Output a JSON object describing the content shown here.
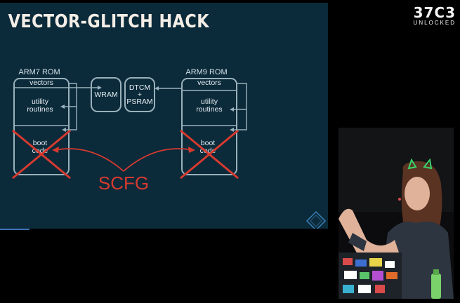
{
  "slide": {
    "title": "VECTOR-GLITCH HACK",
    "arm7": {
      "label": "ARM7 ROM",
      "rows": [
        "vectors",
        "utility routines",
        "boot code"
      ]
    },
    "arm9": {
      "label": "ARM9 ROM",
      "rows": [
        "vectors",
        "utility routines",
        "boot code"
      ]
    },
    "memory": [
      "WRAM",
      "DTCM + PSRAM"
    ],
    "annotation": "SCFG",
    "colors": {
      "background": "#0b2a3a",
      "title": "#f3eee6",
      "accent": "#d63a2f",
      "lines": "#9ab1bb"
    }
  },
  "branding": {
    "logo_main": "37C3",
    "logo_sub": "UNLOCKED"
  }
}
